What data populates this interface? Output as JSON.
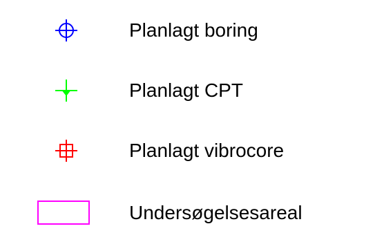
{
  "legend": {
    "items": [
      {
        "label": "Planlagt boring",
        "icon": "crosshair-circle-icon",
        "color": "#0000ff"
      },
      {
        "label": "Planlagt CPT",
        "icon": "cpt-cross-triangle-icon",
        "color": "#00ff00"
      },
      {
        "label": "Planlagt vibrocore",
        "icon": "crosshair-square-icon",
        "color": "#ff0000"
      },
      {
        "label": "Undersøgelsesareal",
        "icon": "area-rectangle-icon",
        "color": "#ff00ff"
      }
    ]
  }
}
